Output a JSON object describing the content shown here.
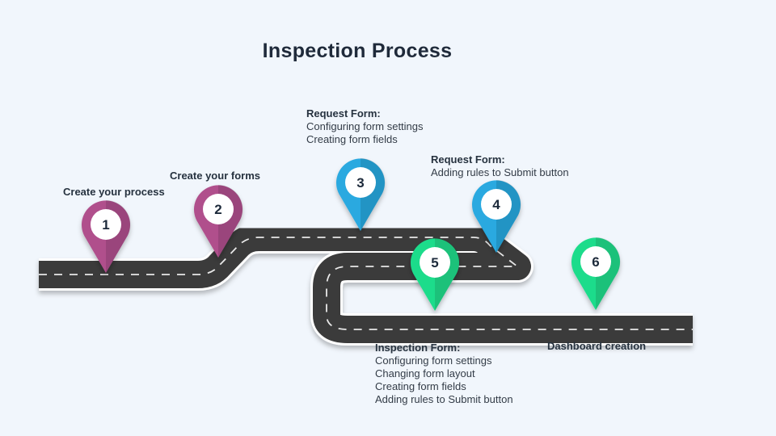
{
  "title": "Inspection Process",
  "colors": {
    "background": "#f1f6fc",
    "road": "#3a3a3a",
    "road_edge": "#ffffff",
    "pin_1": "#b04f8c",
    "pin_2": "#b04f8c",
    "pin_3": "#29a9e0",
    "pin_4": "#29a9e0",
    "pin_5": "#1fdc8b",
    "pin_6": "#1fdc8b"
  },
  "steps": [
    {
      "number": "1",
      "label": "Create your process"
    },
    {
      "number": "2",
      "label": "Create your forms"
    },
    {
      "number": "3",
      "heading": "Request Form:",
      "lines": [
        "Configuring  form settings",
        "Creating form fields"
      ]
    },
    {
      "number": "4",
      "heading": "Request Form:",
      "lines": [
        "Adding rules to Submit button"
      ]
    },
    {
      "number": "5",
      "heading": "Inspection Form:",
      "lines": [
        "Configuring  form settings",
        "Changing form layout",
        "Creating form fields",
        "Adding rules to Submit button"
      ]
    },
    {
      "number": "6",
      "label": "Dashboard creation"
    }
  ]
}
